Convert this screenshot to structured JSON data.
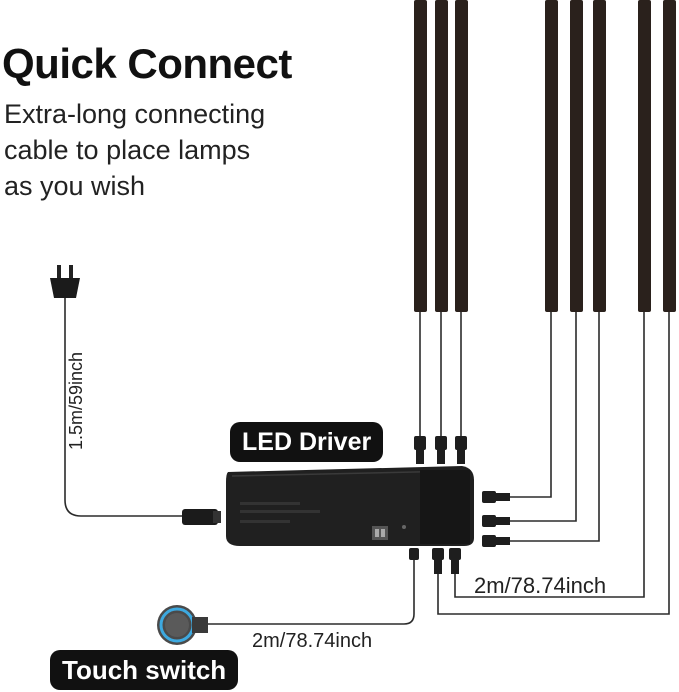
{
  "header": {
    "title": "Quick Connect",
    "subtitle_lines": [
      "Extra-long connecting",
      "cable to place lamps",
      "as you wish"
    ]
  },
  "labels": {
    "led_driver": "LED Driver",
    "touch_switch": "Touch switch",
    "plug_cable_length": "1.5m/59inch",
    "lamp_cable_length": "2m/78.74inch",
    "switch_cable_length": "2m/78.74inch"
  },
  "components": {
    "lamp_bar_count": 8,
    "connector_port_count": 8
  },
  "colors": {
    "bar": "#2a211c",
    "wire": "#2b2b2b",
    "driver_body": "#202020",
    "switch_ring": "#3da9e0",
    "badge": "#111111"
  },
  "icons": [
    "power-plug-icon",
    "touch-switch-icon",
    "led-driver-box",
    "connector-plug-icon"
  ]
}
